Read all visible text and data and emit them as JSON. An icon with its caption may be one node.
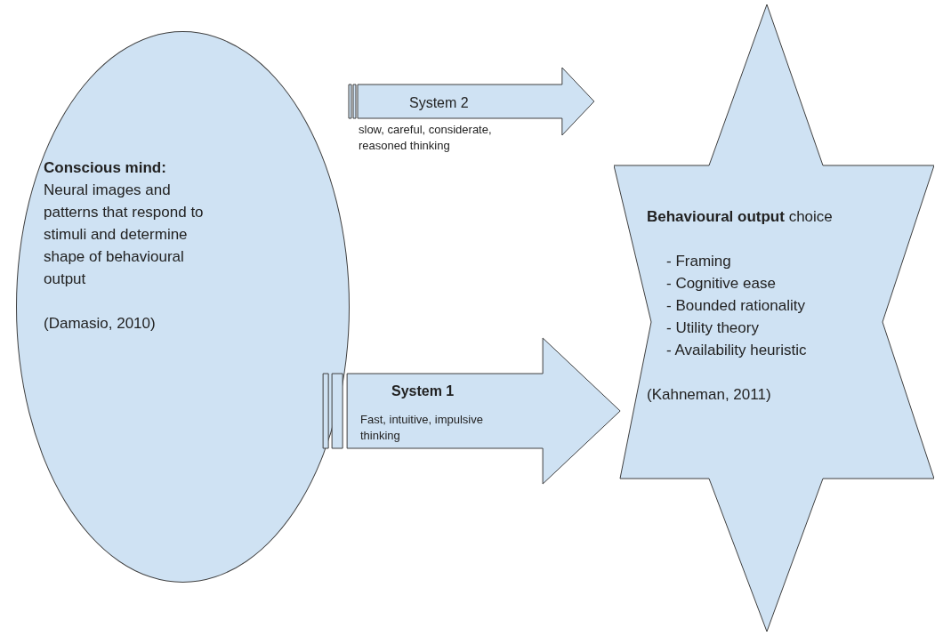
{
  "diagram": {
    "nodes": [
      {
        "text": [
          "Conscious mind:",
          "Neural images and patterns that respond to stimuli and determine shape of behavioural output",
          "(Damasio, 2010)"
        ]
      },
      {
        "text": [
          "**Behavioural output** choice",
          "- Framing",
          "- Cognitive ease",
          "- Bounded rationality",
          "- Utility theory",
          "- Availability heuristic",
          "(Kahneman, 2011)"
        ]
      }
    ],
    "edges": [
      {
        "from": null,
        "to": 1,
        "arrow": "to",
        "label": "System 2"
      },
      {
        "from": 0,
        "to": 1,
        "arrow": "to",
        "label": "System 1"
      }
    ],
    "labels": [
      "slow, careful, considerate, reasoned thinking",
      "Fast, intuitive, impulsive thinking"
    ]
  }
}
